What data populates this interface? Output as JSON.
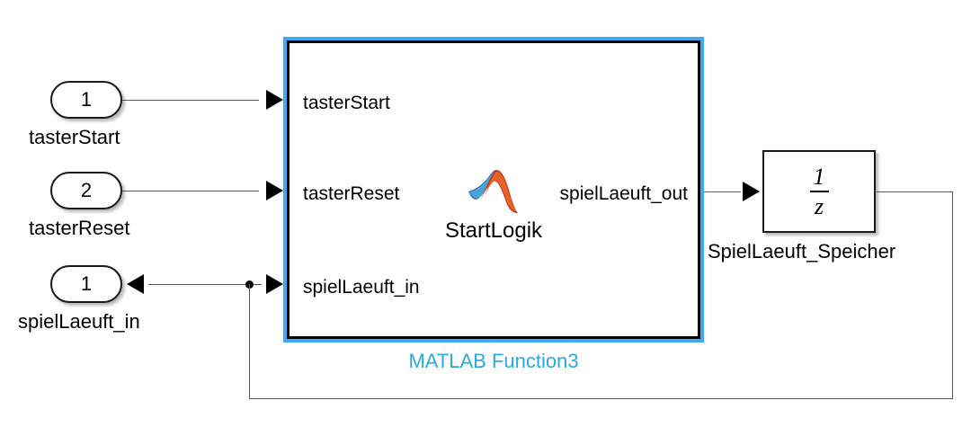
{
  "diagram": {
    "title": "Simulink block diagram",
    "background_color": "#ffffff",
    "wire_color": "#555a5e",
    "selection_color": "#3fa9f5",
    "label_color": "#29abe2"
  },
  "input_ports": [
    {
      "number": "1",
      "label": "tasterStart",
      "icon": "inport-icon"
    },
    {
      "number": "2",
      "label": "tasterReset",
      "icon": "inport-icon"
    }
  ],
  "output_ports": [
    {
      "number": "1",
      "label": "spielLaeuft_in",
      "icon": "outport-icon"
    }
  ],
  "matlab_function_block": {
    "block_title": "StartLogik",
    "sublabel": "MATLAB Function3",
    "logo_name": "matlab-membrane-logo",
    "inputs": [
      {
        "name": "tasterStart"
      },
      {
        "name": "tasterReset"
      },
      {
        "name": "spielLaeuft_in"
      }
    ],
    "outputs": [
      {
        "name": "spielLaeuft_out"
      }
    ]
  },
  "delay_block": {
    "numerator": "1",
    "denominator": "z",
    "label": "SpielLaeuft_Speicher"
  }
}
